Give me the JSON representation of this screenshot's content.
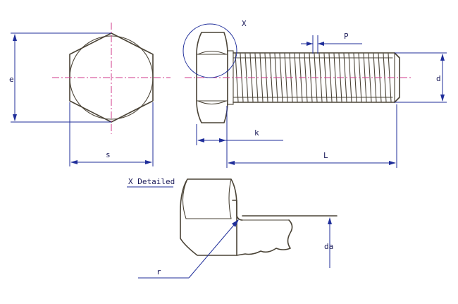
{
  "labels": {
    "e": "e",
    "s": "s",
    "x_circle": "X",
    "p": "P",
    "d": "d",
    "k": "k",
    "l": "L",
    "x_detailed": "X Detailed",
    "da": "da",
    "r": "r"
  },
  "colors": {
    "object_lines": "#4a4336",
    "dimension_lines": "#1f2e9a",
    "center_lines": "#d23a8b",
    "label_text": "#1b1b5a"
  }
}
